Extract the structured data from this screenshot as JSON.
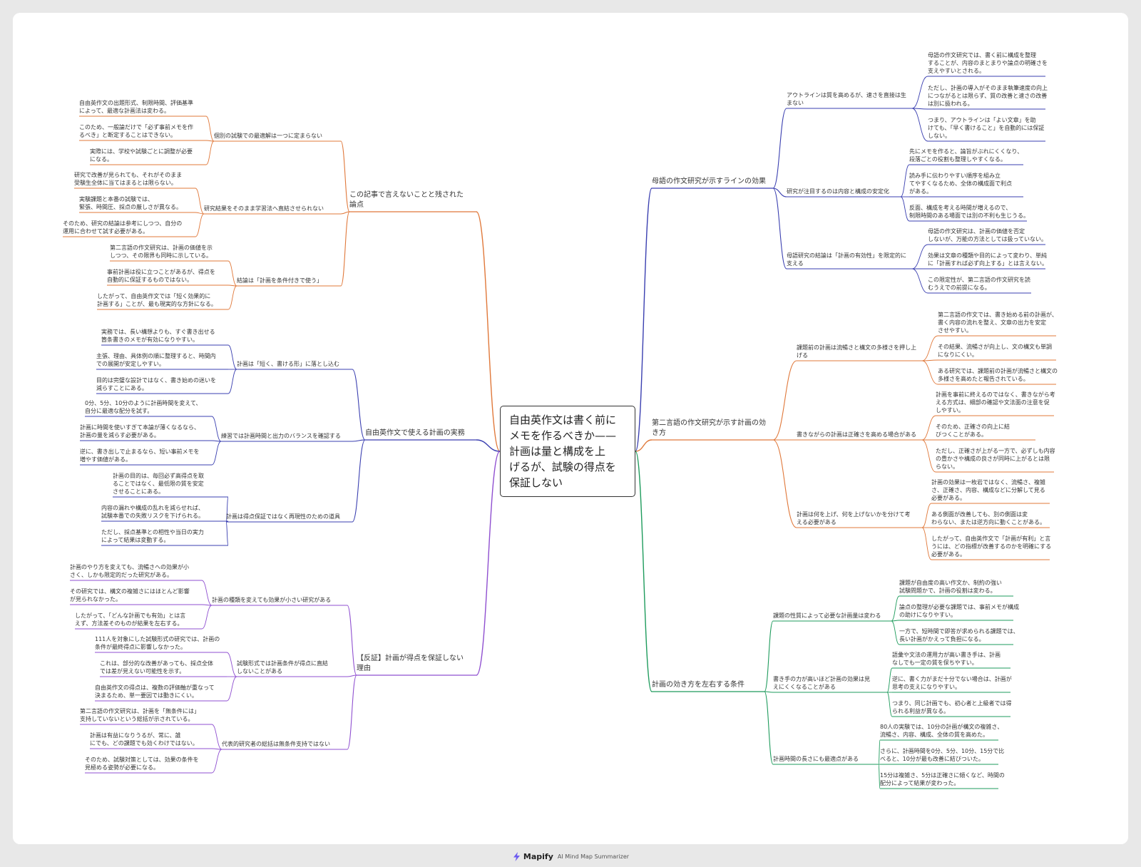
{
  "center": {
    "lines": [
      "自由英作文は書く前に",
      "メモを作るべきか——",
      "計画は量と構成を上",
      "げるが、試験の得点を",
      "保証しない"
    ]
  },
  "footer": {
    "brand": "Mapify",
    "tagline": "AI Mind Map Summarizer"
  },
  "branches": {
    "b1": {
      "color": "#e0783a",
      "lines": [
        "この記事で言えないことと残された",
        "論点"
      ],
      "subs": [
        {
          "lines": [
            "個別の試験での最適解は一つに定まらない"
          ],
          "leaves": [
            {
              "lines": [
                "自由英作文の出題形式、制限時間、評価基準",
                "によって、最適な計画法は変わる。"
              ]
            },
            {
              "lines": [
                "このため、一般論だけで「必ず事前メモを作",
                "るべき」と断定することはできない。"
              ]
            },
            {
              "lines": [
                "実際には、学校や試験ごとに調整が必要",
                "になる。"
              ]
            }
          ]
        },
        {
          "lines": [
            "研究結果をそのまま学習法へ直結させられない"
          ],
          "leaves": [
            {
              "lines": [
                "研究で改善が見られても、それがそのまま",
                "受験生全体に当てはまるとは限らない。"
              ]
            },
            {
              "lines": [
                "実験課題と本番の試験では、",
                "緊張、時間圧、採点の厳しさが異なる。"
              ]
            },
            {
              "lines": [
                "そのため、研究の結論は参考にしつつ、自分の",
                "運用に合わせて試す必要がある。"
              ]
            }
          ]
        },
        {
          "lines": [
            "結論は「計画を条件付きで使う」"
          ],
          "leaves": [
            {
              "lines": [
                "第二言語の作文研究は、計画の価値を示",
                "しつつ、その限界も同時に示している。"
              ]
            },
            {
              "lines": [
                "事前計画は役に立つことがあるが、得点を",
                "自動的に保証するものではない。"
              ]
            },
            {
              "lines": [
                "したがって、自由英作文では「短く効果的に",
                "計画する」ことが、最も現実的な方針になる。"
              ]
            }
          ]
        }
      ]
    },
    "b2": {
      "color": "#3a3fb0",
      "lines": [
        "自由英作文で使える計画の実務"
      ],
      "subs": [
        {
          "lines": [
            "計画は「短く、書ける形」に落とし込む"
          ],
          "leaves": [
            {
              "lines": [
                "実務では、長い構想よりも、すぐ書き出せる",
                "箇条書きのメモが有効になりやすい。"
              ]
            },
            {
              "lines": [
                "主張、理由、具体例の順に整理すると、時間内",
                "での展開が安定しやすい。"
              ]
            },
            {
              "lines": [
                "目的は完璧な設計ではなく、書き始めの迷いを",
                "減らすことにある。"
              ]
            }
          ]
        },
        {
          "lines": [
            "練習では計画時間と出力のバランスを確認する"
          ],
          "leaves": [
            {
              "lines": [
                "0分、5分、10分のように計画時間を変えて、",
                "自分に最適な配分を試す。"
              ]
            },
            {
              "lines": [
                "計画に時間を使いすぎて本論が薄くなるなら、",
                "計画の量を減らす必要がある。"
              ]
            },
            {
              "lines": [
                "逆に、書き出しで止まるなら、短い事前メモを",
                "増やす価値がある。"
              ]
            }
          ]
        },
        {
          "lines": [
            "計画は得点保証ではなく再現性のための道具"
          ],
          "leaves": [
            {
              "lines": [
                "計画の目的は、毎回必ず高得点を取",
                "ることではなく、最低限の質を安定",
                "させることにある。"
              ]
            },
            {
              "lines": [
                "内容の漏れや構成の乱れを減らせれば、",
                "試験本番での失敗リスクを下げられる。"
              ]
            },
            {
              "lines": [
                "ただし、採点基準との相性や当日の実力",
                "によって結果は変動する。"
              ]
            }
          ]
        }
      ]
    },
    "b3": {
      "color": "#8f4fd0",
      "lines": [
        "【反証】計画が得点を保証しない",
        "理由"
      ],
      "subs": [
        {
          "lines": [
            "計画の種類を変えても効果が小さい研究がある"
          ],
          "leaves": [
            {
              "lines": [
                "計画のやり方を変えても、流暢さへの効果が小",
                "さく、しかも限定的だった研究がある。"
              ]
            },
            {
              "lines": [
                "その研究では、構文の複雑さにはほとんど影響",
                "が見られなかった。"
              ]
            },
            {
              "lines": [
                "したがって、「どんな計画でも有効」とは言",
                "えず、方法差そのものが結果を左右する。"
              ]
            }
          ]
        },
        {
          "lines": [
            "試験形式では計画条件が得点に直結",
            "しないことがある"
          ],
          "leaves": [
            {
              "lines": [
                "111人を対象にした試験形式の研究では、計画の",
                "条件が最終得点に影響しなかった。"
              ]
            },
            {
              "lines": [
                "これは、部分的な改善があっても、採点全体",
                "では差が見えない可能性を示す。"
              ]
            },
            {
              "lines": [
                "自由英作文の得点は、複数の評価軸が重なって",
                "決まるため、単一要因では動きにくい。"
              ]
            }
          ]
        },
        {
          "lines": [
            "代表的研究者の総括は無条件支持ではない"
          ],
          "leaves": [
            {
              "lines": [
                "第二言語の作文研究は、計画を「無条件には」",
                "支持していないという総括が示されている。"
              ]
            },
            {
              "lines": [
                "計画は有益になりうるが、常に、誰",
                "にでも、どの課題でも効くわけではない。"
              ]
            },
            {
              "lines": [
                "そのため、試験対策としては、効果の条件を",
                "見極める姿勢が必要になる。"
              ]
            }
          ]
        }
      ]
    },
    "b4": {
      "color": "#3a3fb0",
      "lines": [
        "母語の作文研究が示すラインの効果"
      ],
      "subs": [
        {
          "lines": [
            "アウトラインは質を高めるが、速さを直接は生",
            "まない"
          ],
          "leaves": [
            {
              "lines": [
                "母語の作文研究では、書く前に構成を整理",
                "することが、内容のまとまりや論点の明確さを",
                "支えやすいとされる。"
              ]
            },
            {
              "lines": [
                "ただし、計画の導入がそのまま執筆速度の向上",
                "につながるとは限らず、質の改善と速さの改善",
                "は別に扱われる。"
              ]
            },
            {
              "lines": [
                "つまり、アウトラインは「よい文章」を助",
                "けても、「早く書けること」を自動的には保証",
                "しない。"
              ]
            }
          ]
        },
        {
          "lines": [
            "研究が注目するのは内容と構成の安定化"
          ],
          "leaves": [
            {
              "lines": [
                "先にメモを作ると、論旨がぶれにくくなり、",
                "段落ごとの役割も整理しやすくなる。"
              ]
            },
            {
              "lines": [
                "読み手に伝わりやすい順序を組み立",
                "てやすくなるため、全体の構成面で利点",
                "がある。"
              ]
            },
            {
              "lines": [
                "反面、構成を考える時間が増えるので、",
                "制限時間のある場面では別の不利も生じうる。"
              ]
            }
          ]
        },
        {
          "lines": [
            "母語研究の結論は「計画の有効性」を限定的に",
            "支える"
          ],
          "leaves": [
            {
              "lines": [
                "母語の作文研究は、計画の価値を否定",
                "しないが、万能の方法としては扱っていない。"
              ]
            },
            {
              "lines": [
                "効果は文章の種類や目的によって変わり、単純",
                "に「計画すれば必ず向上する」とは言えない。"
              ]
            },
            {
              "lines": [
                "この限定性が、第二言語の作文研究を読",
                "むうえでの前提になる。"
              ]
            }
          ]
        }
      ]
    },
    "b5": {
      "color": "#e0783a",
      "lines": [
        "第二言語の作文研究が示す計画の効",
        "き方"
      ],
      "subs": [
        {
          "lines": [
            "課題前の計画は流暢さと構文の多様さを押し上",
            "げる"
          ],
          "leaves": [
            {
              "lines": [
                "第二言語の作文では、書き始める前の計画が、",
                "書く内容の流れを整え、文章の出力を安定",
                "させやすい。"
              ]
            },
            {
              "lines": [
                "その結果、流暢さが向上し、文の構文も単調",
                "になりにくい。"
              ]
            },
            {
              "lines": [
                "ある研究では、課題前の計画が流暢さと構文の",
                "多様さを高めたと報告されている。"
              ]
            }
          ]
        },
        {
          "lines": [
            "書きながらの計画は正確さを高める場合がある"
          ],
          "leaves": [
            {
              "lines": [
                "計画を事前に終えるのではなく、書きながら考",
                "える方式は、細部の確認や文法面の注意を促",
                "しやすい。"
              ]
            },
            {
              "lines": [
                "そのため、正確さの向上に結",
                "びつくことがある。"
              ]
            },
            {
              "lines": [
                "ただし、正確さが上がる一方で、必ずしも内容",
                "の豊かさや構成の良さが同時に上がるとは限",
                "らない。"
              ]
            }
          ]
        },
        {
          "lines": [
            "計画は何を上げ、何を上げないかを分けて考",
            "える必要がある"
          ],
          "leaves": [
            {
              "lines": [
                "計画の効果は一枚岩ではなく、流暢さ、複雑",
                "さ、正確さ、内容、構成などに分解して見る",
                "必要がある。"
              ]
            },
            {
              "lines": [
                "ある側面が改善しても、別の側面は変",
                "わらない、または逆方向に動くことがある。"
              ]
            },
            {
              "lines": [
                "したがって、自由英作文で「計画が有利」と言",
                "うには、どの指標が改善するのかを明確にする",
                "必要がある。"
              ]
            }
          ]
        }
      ]
    },
    "b6": {
      "color": "#1e9b5c",
      "lines": [
        "計画の効き方を左右する条件"
      ],
      "subs": [
        {
          "lines": [
            "課題の性質によって必要な計画量は変わる"
          ],
          "leaves": [
            {
              "lines": [
                "課題が自由度の高い作文か、制約の強い",
                "試験問題かで、計画の役割は変わる。"
              ]
            },
            {
              "lines": [
                "論点の整理が必要な課題では、事前メモが構成",
                "の助けになりやすい。"
              ]
            },
            {
              "lines": [
                "一方で、短時間で即答が求められる課題では、",
                "長い計画がかえって負担になる。"
              ]
            }
          ]
        },
        {
          "lines": [
            "書き手の力が高いほど計画の効果は見",
            "えにくくなることがある"
          ],
          "leaves": [
            {
              "lines": [
                "語彙や文法の運用力が高い書き手は、計画",
                "なしでも一定の質を保ちやすい。"
              ]
            },
            {
              "lines": [
                "逆に、書く力がまだ十分でない場合は、計画が",
                "思考の支えになりやすい。"
              ]
            },
            {
              "lines": [
                "つまり、同じ計画でも、初心者と上級者では得",
                "られる利益が異なる。"
              ]
            }
          ]
        },
        {
          "lines": [
            "計画時間の長さにも最適点がある"
          ],
          "leaves": [
            {
              "lines": [
                "80人の実験では、10分の計画が構文の複雑さ、",
                "流暢さ、内容、構成、全体の質を高めた。"
              ]
            },
            {
              "lines": [
                "さらに、計画時間を0分、5分、10分、15分で比",
                "べると、10分が最も改善に結びついた。"
              ]
            },
            {
              "lines": [
                "15分は複雑さ、5分は正確さに傾くなど、時間の",
                "配分によって結果が変わった。"
              ]
            }
          ]
        }
      ]
    }
  }
}
